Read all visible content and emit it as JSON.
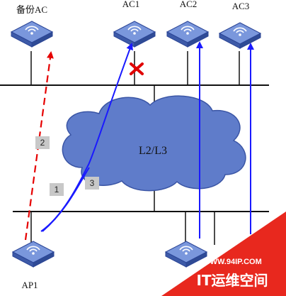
{
  "labels": {
    "backup_ac": "备份AC",
    "ac1": "AC1",
    "ac2": "AC2",
    "ac3": "AC3",
    "cloud": "L2/L3",
    "ap1": "AP1"
  },
  "steps": [
    "1",
    "2",
    "3"
  ],
  "watermark": {
    "url": "WWW.94IP.COM",
    "text": "IT运维空间"
  },
  "colors": {
    "device_top": "#6f8fd6",
    "device_side": "#3b57a6",
    "cloud": "#5d79c9",
    "cloud_stroke": "#2e4b9b",
    "arrow_blue": "#1a1aff",
    "arrow_dashed": "#e60000",
    "fail_mark": "#e00000",
    "badge_bg": "#c8c8c8",
    "watermark_bg": "#e8281e"
  },
  "icons": {
    "device": "wireless-device-icon",
    "fail": "red-x-icon"
  }
}
